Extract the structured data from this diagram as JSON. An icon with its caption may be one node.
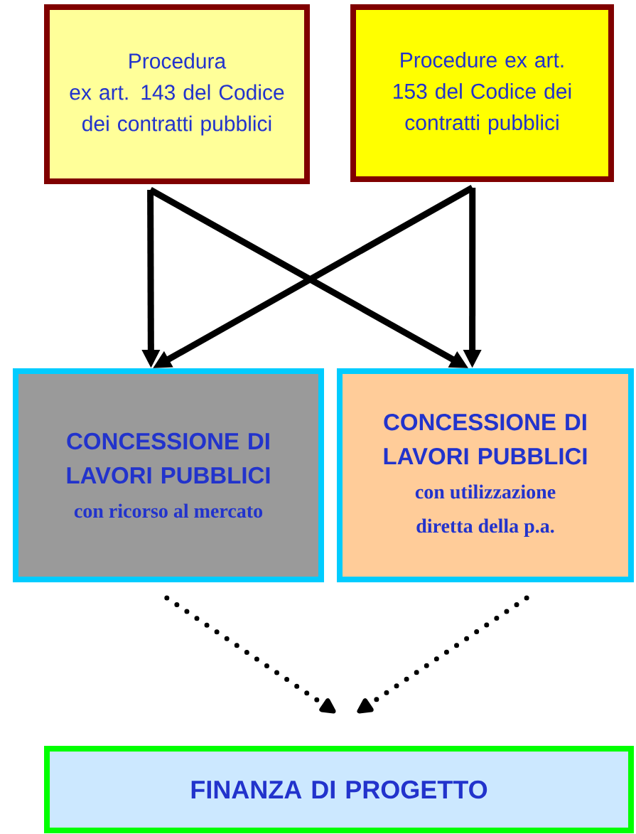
{
  "diagram": {
    "nodes": [
      {
        "text": [
          "Procedura",
          "ex art. 143 del Codice dei contratti pubblici"
        ]
      },
      {
        "text": [
          "Procedure ex art. 153 del Codice dei contratti pubblici"
        ]
      },
      {
        "text": [
          "CONCESSIONE DI LAVORI PUBBLICI",
          "con ricorso al mercato"
        ]
      },
      {
        "text": [
          "CONCESSIONE DI LAVORI PUBBLICI",
          "con utilizzazione diretta della p.a."
        ]
      },
      {
        "text": [
          "FINANZA DI PROGETTO"
        ]
      }
    ],
    "edges": [
      {
        "from": 0,
        "to": 2,
        "arrow": "to"
      },
      {
        "from": 0,
        "to": 3,
        "arrow": "to"
      },
      {
        "from": 1,
        "to": 3,
        "arrow": "to"
      },
      {
        "from": 1,
        "to": 2,
        "arrow": "to"
      },
      {
        "from": 2,
        "to": null,
        "arrow": "to",
        "style": "dashed"
      },
      {
        "from": 3,
        "to": null,
        "arrow": "to",
        "style": "dashed"
      }
    ]
  }
}
